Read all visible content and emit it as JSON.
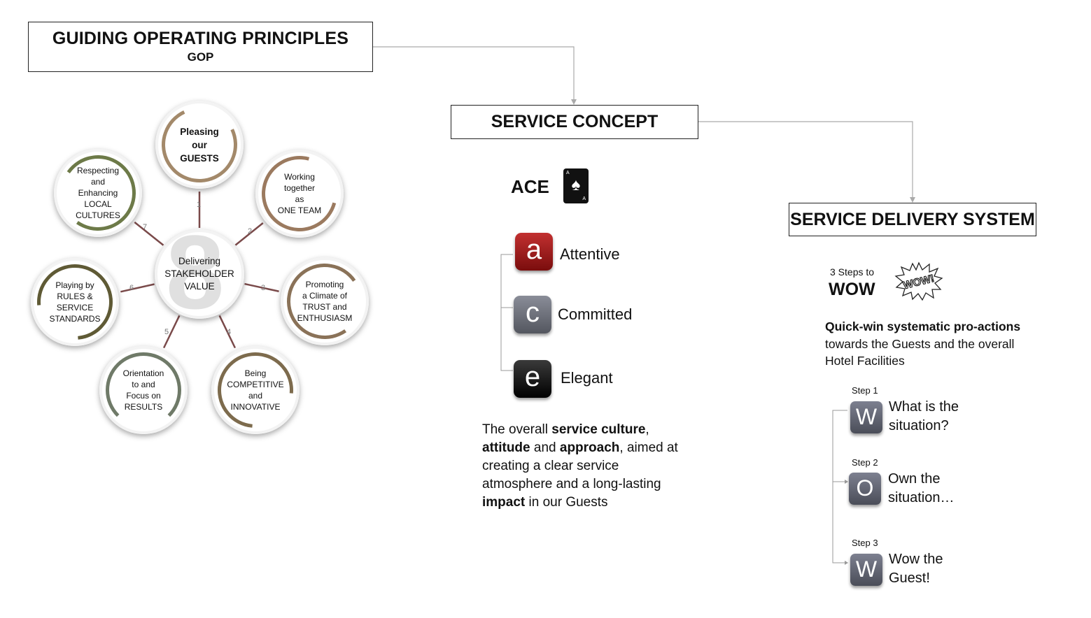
{
  "gop": {
    "title": "GUIDING OPERATING PRINCIPLES",
    "subtitle": "GOP"
  },
  "principles": {
    "center": "Delivering\nSTAKEHOLDER\nVALUE",
    "center_number": "8",
    "items": [
      {
        "number": "1",
        "text": "Pleasing\nour\nGUESTS",
        "color": "#a3896a"
      },
      {
        "number": "2",
        "text": "Working\ntogether\nas\nONE TEAM",
        "color": "#9b7a5f"
      },
      {
        "number": "3",
        "text": "Promoting\na Climate of\nTRUST and\nENTHUSIASM",
        "color": "#8a7258"
      },
      {
        "number": "4",
        "text": "Being\nCOMPETITIVE\nand\nINNOVATIVE",
        "color": "#7d6b4d"
      },
      {
        "number": "5",
        "text": "Orientation\nto and\nFocus on\nRESULTS",
        "color": "#6f7a68"
      },
      {
        "number": "6",
        "text": "Playing by\nRULES &\nSERVICE\nSTANDARDS",
        "color": "#5f5a35"
      },
      {
        "number": "7",
        "text": "Respecting\nand\nEnhancing\nLOCAL\nCULTURES",
        "color": "#6d7a48"
      }
    ]
  },
  "service_concept": {
    "title": "SERVICE CONCEPT",
    "ace_label": "ACE",
    "card": {
      "corner": "A",
      "suit": "♠"
    },
    "letters": [
      {
        "letter": "a",
        "word": "Attentive"
      },
      {
        "letter": "c",
        "word": "Committed"
      },
      {
        "letter": "e",
        "word": "Elegant"
      }
    ],
    "description": {
      "p1": "The overall ",
      "b1": "service culture",
      "p2": ",",
      "b2": "attitude",
      "p3": " and ",
      "b3": "approach",
      "p4": ", aimed at creating a clear service atmosphere and a long-lasting ",
      "b4": "impact",
      "p5": " in our Guests"
    }
  },
  "service_delivery": {
    "title": "SERVICE DELIVERY SYSTEM",
    "three_steps": "3 Steps to",
    "wow": "WOW",
    "burst_text": "WOW!",
    "desc_bold": "Quick-win systematic pro-actions",
    "desc_rest": "towards the Guests and the overall Hotel Facilities",
    "steps": [
      {
        "label": "Step 1",
        "letter": "W",
        "text": "What is the\n situation?"
      },
      {
        "label": "Step 2",
        "letter": "O",
        "text": "Own the\nsituation…"
      },
      {
        "label": "Step 3",
        "letter": "W",
        "text": "Wow the\n Guest!"
      }
    ]
  }
}
